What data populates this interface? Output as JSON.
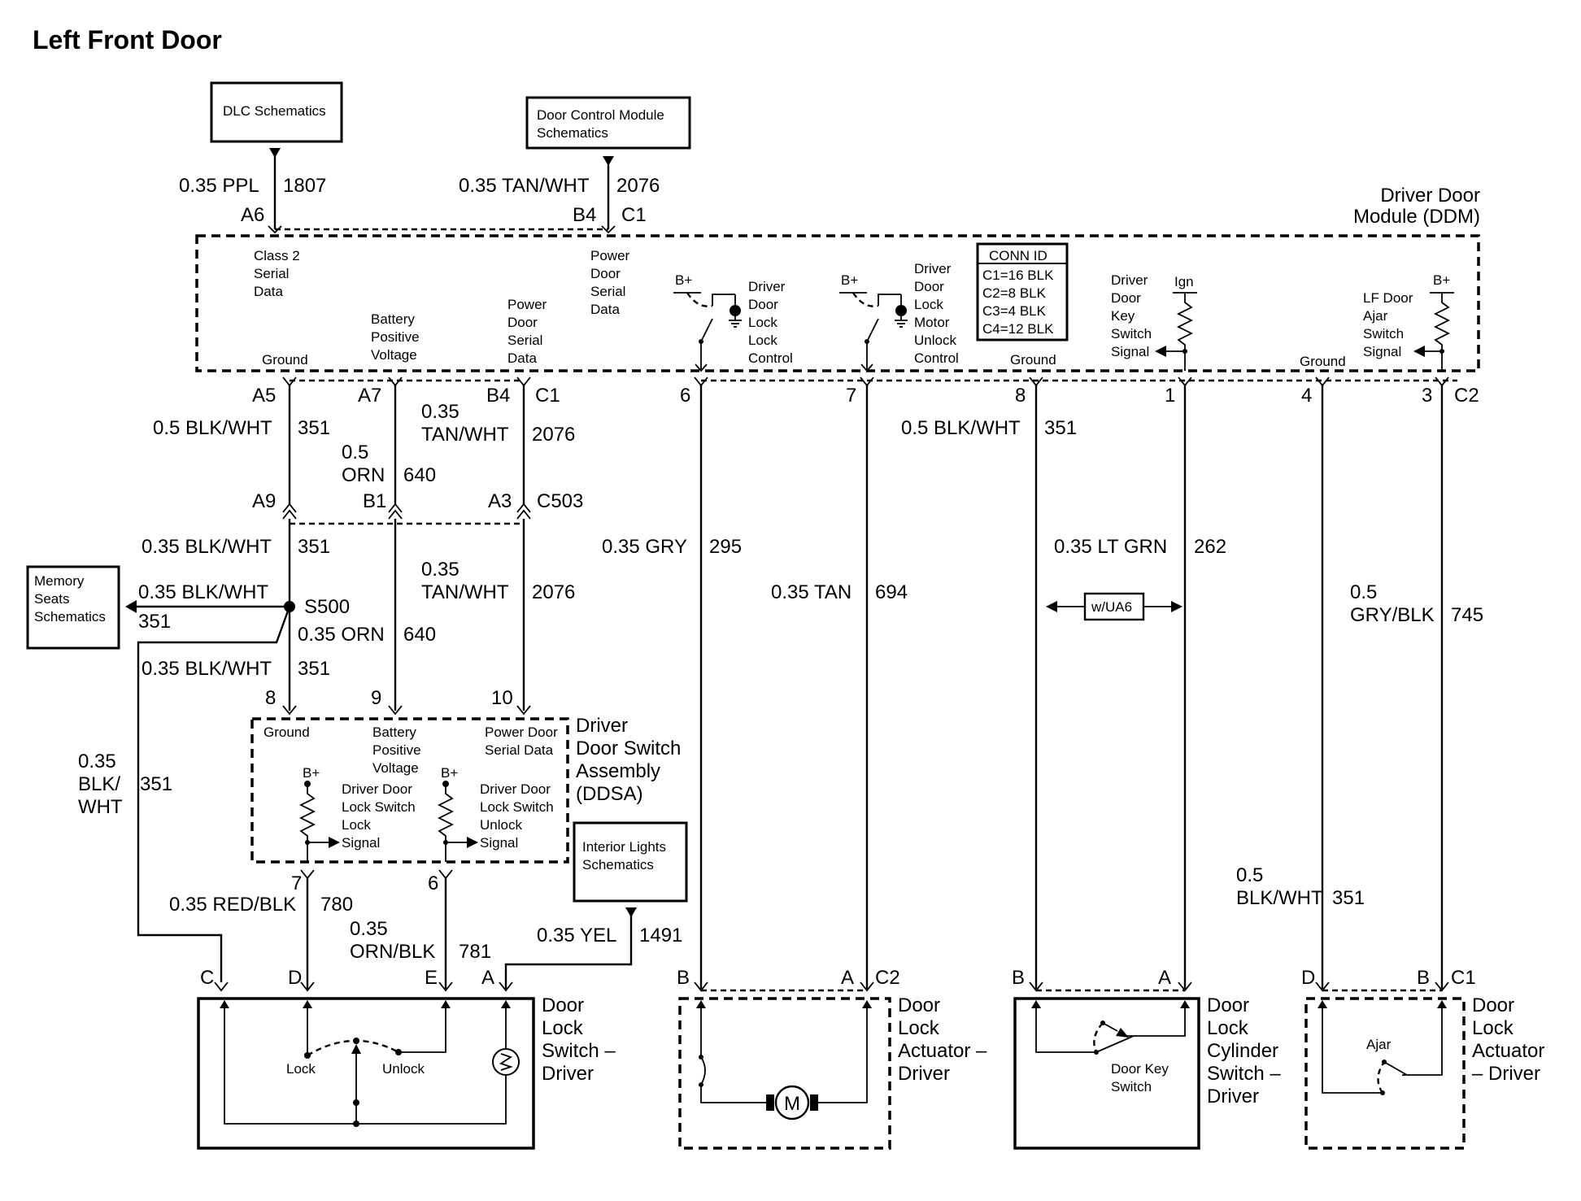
{
  "title": "Left Front Door",
  "refs": {
    "dlc": "DLC Schematics",
    "dcm1": "Door Control Module",
    "dcm2": "Schematics",
    "memory": [
      "Memory",
      "Seats",
      "Schematics"
    ],
    "interior": [
      "Interior Lights",
      "Schematics"
    ]
  },
  "ddm": {
    "name": [
      "Driver Door",
      "Module (DDM)"
    ],
    "labels": {
      "class2": [
        "Class 2",
        "Serial",
        "Data"
      ],
      "ground": "Ground",
      "battery": [
        "Battery",
        "Positive",
        "Voltage"
      ],
      "power_serial": [
        "Power",
        "Door",
        "Serial",
        "Data"
      ],
      "power_serial2": [
        "Power",
        "Door",
        "Serial",
        "Data"
      ],
      "lock_control": [
        "Driver",
        "Door",
        "Lock",
        "Lock",
        "Control"
      ],
      "unlock_control": [
        "Driver",
        "Door",
        "Lock",
        "Motor",
        "Unlock",
        "Control"
      ],
      "key_signal": [
        "Driver",
        "Door",
        "Key",
        "Switch",
        "Signal"
      ],
      "ign": "Ign",
      "ajar_signal": [
        "LF Door",
        "Ajar",
        "Switch",
        "Signal"
      ],
      "bplus": "B+"
    },
    "conn_id": [
      "CONN ID",
      "C1=16 BLK",
      "C2=8 BLK",
      "C3=4 BLK",
      "C4=12 BLK"
    ]
  },
  "ddsa": {
    "name": [
      "Driver",
      "Door Switch",
      "Assembly",
      "(DDSA)"
    ],
    "labels": {
      "ground": "Ground",
      "battery": [
        "Battery",
        "Positive",
        "Voltage"
      ],
      "power": [
        "Power Door",
        "Serial Data"
      ],
      "lock_signal": [
        "Driver Door",
        "Lock Switch",
        "Lock",
        "Signal"
      ],
      "unlock_signal": [
        "Driver Door",
        "Lock Switch",
        "Unlock",
        "Signal"
      ]
    }
  },
  "wires": {
    "w1807": {
      "gauge": "0.35 PPL",
      "circuit": "1807"
    },
    "w2076top": {
      "gauge": "0.35 TAN/WHT",
      "circuit": "2076"
    },
    "w351a": {
      "gauge": "0.5 BLK/WHT",
      "circuit": "351"
    },
    "w640a": {
      "gauge": [
        "0.5",
        "ORN"
      ],
      "circuit": "640"
    },
    "w2076a": {
      "gauge": [
        "0.35",
        "TAN/WHT"
      ],
      "circuit": "2076"
    },
    "w351b": {
      "gauge": "0.35 BLK/WHT",
      "circuit": "351"
    },
    "w351mem": {
      "gauge": "0.35 BLK/WHT",
      "circuit": "351"
    },
    "w640b": {
      "gauge": "0.35 ORN",
      "circuit": "640"
    },
    "w2076b": {
      "gauge": [
        "0.35",
        "TAN/WHT"
      ],
      "circuit": "2076"
    },
    "w351c": {
      "gauge": "0.35 BLK/WHT",
      "circuit": "351"
    },
    "w351left": {
      "gauge": [
        "0.35",
        "BLK/",
        "WHT"
      ],
      "circuit": "351"
    },
    "w780": {
      "gauge": "0.35 RED/BLK",
      "circuit": "780"
    },
    "w781": {
      "gauge": [
        "0.35",
        "ORN/BLK"
      ],
      "circuit": "781"
    },
    "w1491": {
      "gauge": "0.35 YEL",
      "circuit": "1491"
    },
    "w295": {
      "gauge": "0.35 GRY",
      "circuit": "295"
    },
    "w694": {
      "gauge": "0.35 TAN",
      "circuit": "694"
    },
    "w351d": {
      "gauge": "0.5 BLK/WHT",
      "circuit": "351"
    },
    "w262": {
      "gauge": "0.35 LT GRN",
      "circuit": "262"
    },
    "w745": {
      "gauge": [
        "0.5",
        "GRY/BLK"
      ],
      "circuit": "745"
    },
    "w351e": {
      "gauge": [
        "0.5",
        "BLK/WHT"
      ],
      "circuit": "351"
    }
  },
  "pins": {
    "A6": "A6",
    "B4": "B4",
    "C1": "C1",
    "A5": "A5",
    "A7": "A7",
    "B4b": "B4",
    "C1b": "C1",
    "p6": "6",
    "p7": "7",
    "p8": "8",
    "p1": "1",
    "p4": "4",
    "p3": "3",
    "C2": "C2",
    "A9": "A9",
    "B1": "B1",
    "A3": "A3",
    "C503": "C503",
    "S500": "S500",
    "p8b": "8",
    "p9": "9",
    "p10": "10",
    "p7b": "7",
    "p6b": "6",
    "C": "C",
    "D": "D",
    "E": "E",
    "A": "A",
    "B1x": "B",
    "A1x": "A",
    "C2x": "C2",
    "B2x": "B",
    "A2x": "A",
    "D3x": "D",
    "B3x": "B",
    "C1x": "C1"
  },
  "option": "w/UA6",
  "components": {
    "lock_switch": [
      "Door",
      "Lock",
      "Switch –",
      "Driver"
    ],
    "actuator1": [
      "Door",
      "Lock",
      "Actuator –",
      "Driver"
    ],
    "cylinder": [
      "Door",
      "Lock",
      "Cylinder",
      "Switch –",
      "Driver"
    ],
    "actuator2": [
      "Door",
      "Lock",
      "Actuator",
      "– Driver"
    ],
    "lock": "Lock",
    "unlock": "Unlock",
    "motor": "M",
    "key_switch": [
      "Door Key",
      "Switch"
    ],
    "ajar": "Ajar"
  }
}
